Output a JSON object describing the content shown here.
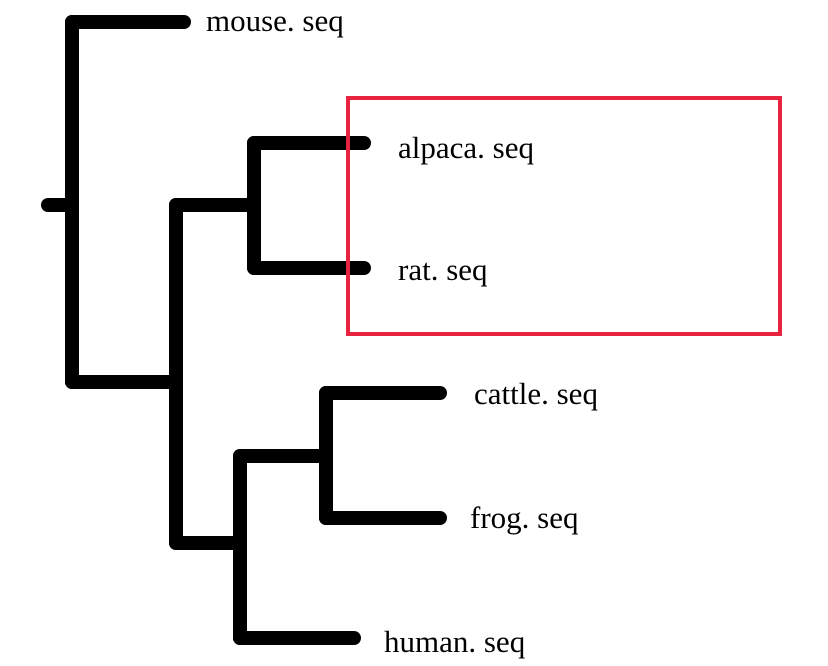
{
  "diagram": {
    "type": "phylogenetic-tree",
    "leaves": [
      {
        "id": "mouse",
        "label": "mouse. seq"
      },
      {
        "id": "alpaca",
        "label": "alpaca. seq"
      },
      {
        "id": "rat",
        "label": "rat. seq"
      },
      {
        "id": "cattle",
        "label": "cattle. seq"
      },
      {
        "id": "frog",
        "label": "frog. seq"
      },
      {
        "id": "human",
        "label": "human. seq"
      }
    ],
    "topology": "(mouse,((alpaca,rat),((cattle,frog),human)))",
    "highlight": {
      "members": [
        "alpaca",
        "rat"
      ],
      "color": "#e8223f"
    },
    "colors": {
      "branch": "#000000",
      "label": "#000000",
      "background": "#ffffff"
    }
  }
}
